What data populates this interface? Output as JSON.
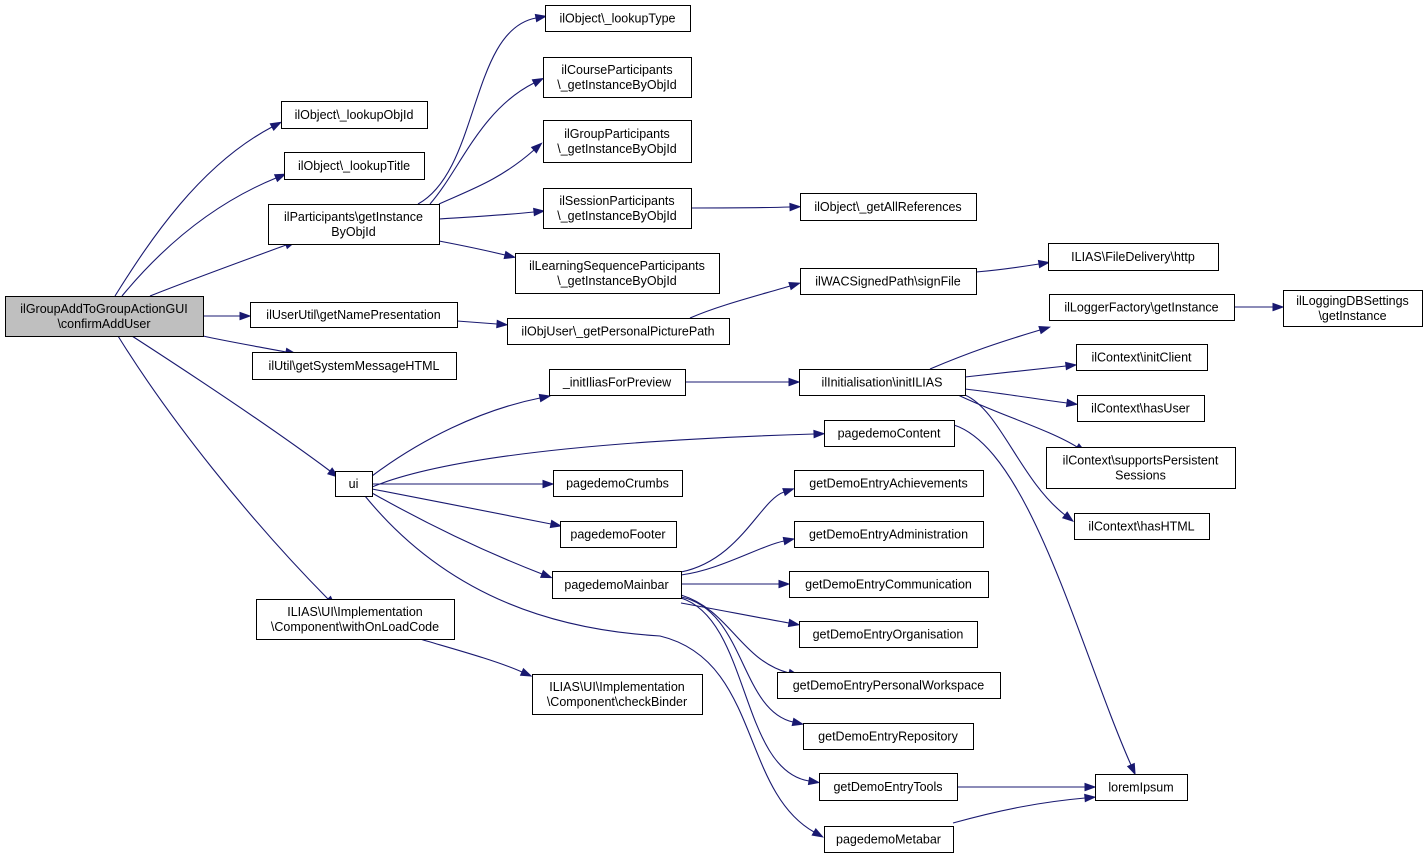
{
  "nodes": [
    {
      "id": "root",
      "lines": [
        "ilGroupAddToGroupActionGUI",
        "\\confirmAddUser"
      ],
      "root": true
    },
    {
      "id": "lookupObjId",
      "lines": [
        "ilObject\\_lookupObjId"
      ]
    },
    {
      "id": "lookupTitle",
      "lines": [
        "ilObject\\_lookupTitle"
      ]
    },
    {
      "id": "partGetInst",
      "lines": [
        "ilParticipants\\getInstance",
        "ByObjId"
      ]
    },
    {
      "id": "lookupType",
      "lines": [
        "ilObject\\_lookupType"
      ]
    },
    {
      "id": "coursePart",
      "lines": [
        "ilCourseParticipants",
        "\\_getInstanceByObjId"
      ]
    },
    {
      "id": "groupPart",
      "lines": [
        "ilGroupParticipants",
        "\\_getInstanceByObjId"
      ]
    },
    {
      "id": "sessionPart",
      "lines": [
        "ilSessionParticipants",
        "\\_getInstanceByObjId"
      ]
    },
    {
      "id": "lsPart",
      "lines": [
        "ilLearningSequenceParticipants",
        "\\_getInstanceByObjId"
      ]
    },
    {
      "id": "getAllRefs",
      "lines": [
        "ilObject\\_getAllReferences"
      ]
    },
    {
      "id": "getNamePres",
      "lines": [
        "ilUserUtil\\getNamePresentation"
      ]
    },
    {
      "id": "getPersPic",
      "lines": [
        "ilObjUser\\_getPersonalPicturePath"
      ]
    },
    {
      "id": "signFile",
      "lines": [
        "ilWACSignedPath\\signFile"
      ]
    },
    {
      "id": "fileDelivery",
      "lines": [
        "ILIAS\\FileDelivery\\http"
      ]
    },
    {
      "id": "sysMsg",
      "lines": [
        "ilUtil\\getSystemMessageHTML"
      ]
    },
    {
      "id": "ui",
      "lines": [
        "ui"
      ]
    },
    {
      "id": "initPreview",
      "lines": [
        "_initIliasForPreview"
      ]
    },
    {
      "id": "initILIAS",
      "lines": [
        "ilInitialisation\\initILIAS"
      ]
    },
    {
      "id": "loggerFactory",
      "lines": [
        "ilLoggerFactory\\getInstance"
      ]
    },
    {
      "id": "loggingDB",
      "lines": [
        "ilLoggingDBSettings",
        "\\getInstance"
      ]
    },
    {
      "id": "initClient",
      "lines": [
        "ilContext\\initClient"
      ]
    },
    {
      "id": "hasUser",
      "lines": [
        "ilContext\\hasUser"
      ]
    },
    {
      "id": "suppPersist",
      "lines": [
        "ilContext\\supportsPersistent",
        "Sessions"
      ]
    },
    {
      "id": "hasHTML",
      "lines": [
        "ilContext\\hasHTML"
      ]
    },
    {
      "id": "pdContent",
      "lines": [
        "pagedemoContent"
      ]
    },
    {
      "id": "pdCrumbs",
      "lines": [
        "pagedemoCrumbs"
      ]
    },
    {
      "id": "pdFooter",
      "lines": [
        "pagedemoFooter"
      ]
    },
    {
      "id": "pdMainbar",
      "lines": [
        "pagedemoMainbar"
      ]
    },
    {
      "id": "achievements",
      "lines": [
        "getDemoEntryAchievements"
      ]
    },
    {
      "id": "administration",
      "lines": [
        "getDemoEntryAdministration"
      ]
    },
    {
      "id": "communication",
      "lines": [
        "getDemoEntryCommunication"
      ]
    },
    {
      "id": "organisation",
      "lines": [
        "getDemoEntryOrganisation"
      ]
    },
    {
      "id": "personalWs",
      "lines": [
        "getDemoEntryPersonalWorkspace"
      ]
    },
    {
      "id": "repository",
      "lines": [
        "getDemoEntryRepository"
      ]
    },
    {
      "id": "tools",
      "lines": [
        "getDemoEntryTools"
      ]
    },
    {
      "id": "pdMetabar",
      "lines": [
        "pagedemoMetabar"
      ]
    },
    {
      "id": "loremIpsum",
      "lines": [
        "loremIpsum"
      ]
    },
    {
      "id": "withOnLoad",
      "lines": [
        "ILIAS\\UI\\Implementation",
        "\\Component\\withOnLoadCode"
      ]
    },
    {
      "id": "checkBinder",
      "lines": [
        "ILIAS\\UI\\Implementation",
        "\\Component\\checkBinder"
      ]
    }
  ],
  "edges": [
    [
      "root",
      "lookupObjId"
    ],
    [
      "root",
      "lookupTitle"
    ],
    [
      "root",
      "partGetInst"
    ],
    [
      "root",
      "getNamePres"
    ],
    [
      "root",
      "sysMsg"
    ],
    [
      "root",
      "ui"
    ],
    [
      "root",
      "withOnLoad"
    ],
    [
      "partGetInst",
      "lookupType"
    ],
    [
      "partGetInst",
      "coursePart"
    ],
    [
      "partGetInst",
      "groupPart"
    ],
    [
      "partGetInst",
      "sessionPart"
    ],
    [
      "partGetInst",
      "lsPart"
    ],
    [
      "sessionPart",
      "getAllRefs"
    ],
    [
      "getNamePres",
      "getPersPic"
    ],
    [
      "getPersPic",
      "signFile"
    ],
    [
      "signFile",
      "fileDelivery"
    ],
    [
      "ui",
      "initPreview"
    ],
    [
      "ui",
      "pdContent"
    ],
    [
      "ui",
      "pdCrumbs"
    ],
    [
      "ui",
      "pdFooter"
    ],
    [
      "ui",
      "pdMainbar"
    ],
    [
      "ui",
      "pdMetabar"
    ],
    [
      "initPreview",
      "initILIAS"
    ],
    [
      "initILIAS",
      "loggerFactory"
    ],
    [
      "initILIAS",
      "initClient"
    ],
    [
      "initILIAS",
      "hasUser"
    ],
    [
      "initILIAS",
      "suppPersist"
    ],
    [
      "initILIAS",
      "hasHTML"
    ],
    [
      "loggerFactory",
      "loggingDB"
    ],
    [
      "pdContent",
      "loremIpsum"
    ],
    [
      "pdMainbar",
      "achievements"
    ],
    [
      "pdMainbar",
      "administration"
    ],
    [
      "pdMainbar",
      "communication"
    ],
    [
      "pdMainbar",
      "organisation"
    ],
    [
      "pdMainbar",
      "personalWs"
    ],
    [
      "pdMainbar",
      "repository"
    ],
    [
      "pdMainbar",
      "tools"
    ],
    [
      "tools",
      "loremIpsum"
    ],
    [
      "pdMetabar",
      "loremIpsum"
    ],
    [
      "withOnLoad",
      "checkBinder"
    ]
  ]
}
